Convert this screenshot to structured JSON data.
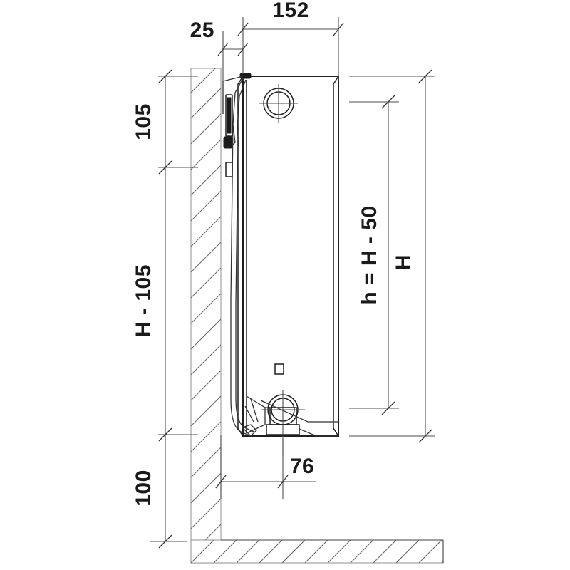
{
  "drawing": {
    "title": "Radiator side elevation with wall mounting dimensions",
    "units": "mm",
    "colors": {
      "background": "#ffffff",
      "outline": "#1f1f1f",
      "dimension_line": "#4d4d4d",
      "hatch": "#6b6b6b",
      "text": "#1a1a1a"
    }
  },
  "dimensions": {
    "top": [
      {
        "id": "dim-25",
        "label": "25",
        "orientation": "horizontal"
      },
      {
        "id": "dim-152",
        "label": "152",
        "orientation": "horizontal"
      }
    ],
    "left": [
      {
        "id": "dim-105",
        "label": "105",
        "orientation": "vertical"
      },
      {
        "id": "dim-h-minus-105",
        "label": "H - 105",
        "orientation": "vertical"
      },
      {
        "id": "dim-100",
        "label": "100",
        "orientation": "vertical"
      }
    ],
    "right": [
      {
        "id": "dim-h-minus-50",
        "label": "h = H - 50",
        "orientation": "vertical"
      },
      {
        "id": "dim-H",
        "label": "H",
        "orientation": "vertical"
      }
    ],
    "bottom": [
      {
        "id": "dim-76",
        "label": "76",
        "orientation": "horizontal"
      }
    ]
  },
  "components": {
    "wall": {
      "name": "wall-section",
      "hatch_style": "diagonal-45"
    },
    "floor": {
      "name": "floor-section",
      "hatch_style": "diagonal-45"
    },
    "radiator": {
      "name": "radiator-body"
    },
    "air_vent": {
      "name": "air-vent-circle"
    },
    "valve": {
      "name": "valve-connection-circle"
    },
    "bracket": {
      "name": "wall-bracket"
    },
    "marker": {
      "name": "square-marker"
    }
  }
}
